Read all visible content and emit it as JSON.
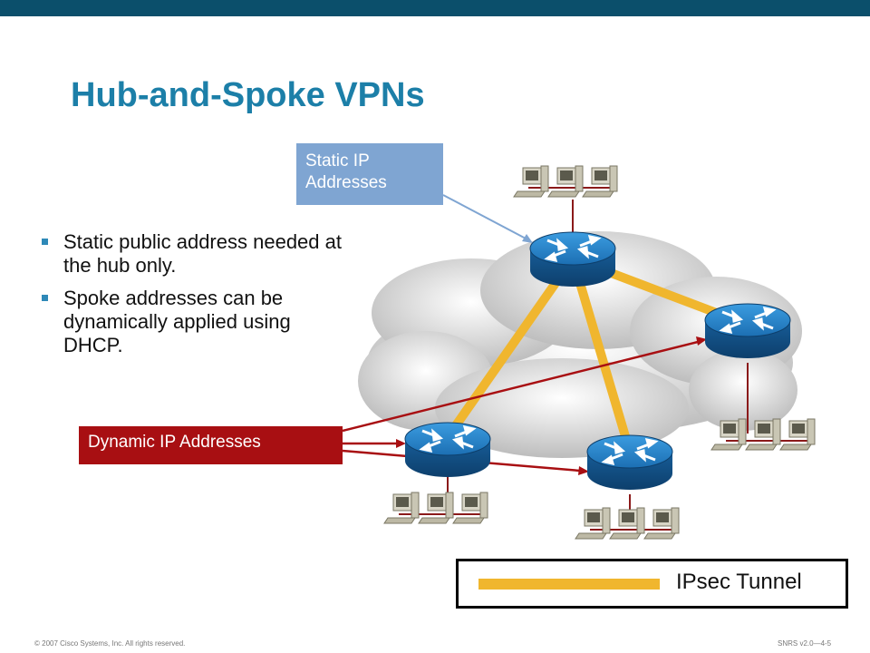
{
  "slide": {
    "title": "Hub-and-Spoke VPNs",
    "bullets": [
      "Static public address needed at the hub only.",
      "Spoke addresses can be dynamically applied using DHCP."
    ],
    "callouts": {
      "static": "Static IP Addresses",
      "dynamic": "Dynamic IP Addresses"
    },
    "legend": {
      "label": "IPsec Tunnel",
      "color": "#f0b62e"
    },
    "footer": {
      "copyright": "© 2007 Cisco Systems, Inc. All rights reserved.",
      "course": "SNRS v2.0—4-5"
    }
  },
  "colors": {
    "title": "#1c7fa8",
    "top_bar": "#0b4f6b",
    "static_callout": "#7fa5d2",
    "dynamic_callout": "#a80f12",
    "router": "#1f6fae",
    "link": "#8b1a1a"
  }
}
